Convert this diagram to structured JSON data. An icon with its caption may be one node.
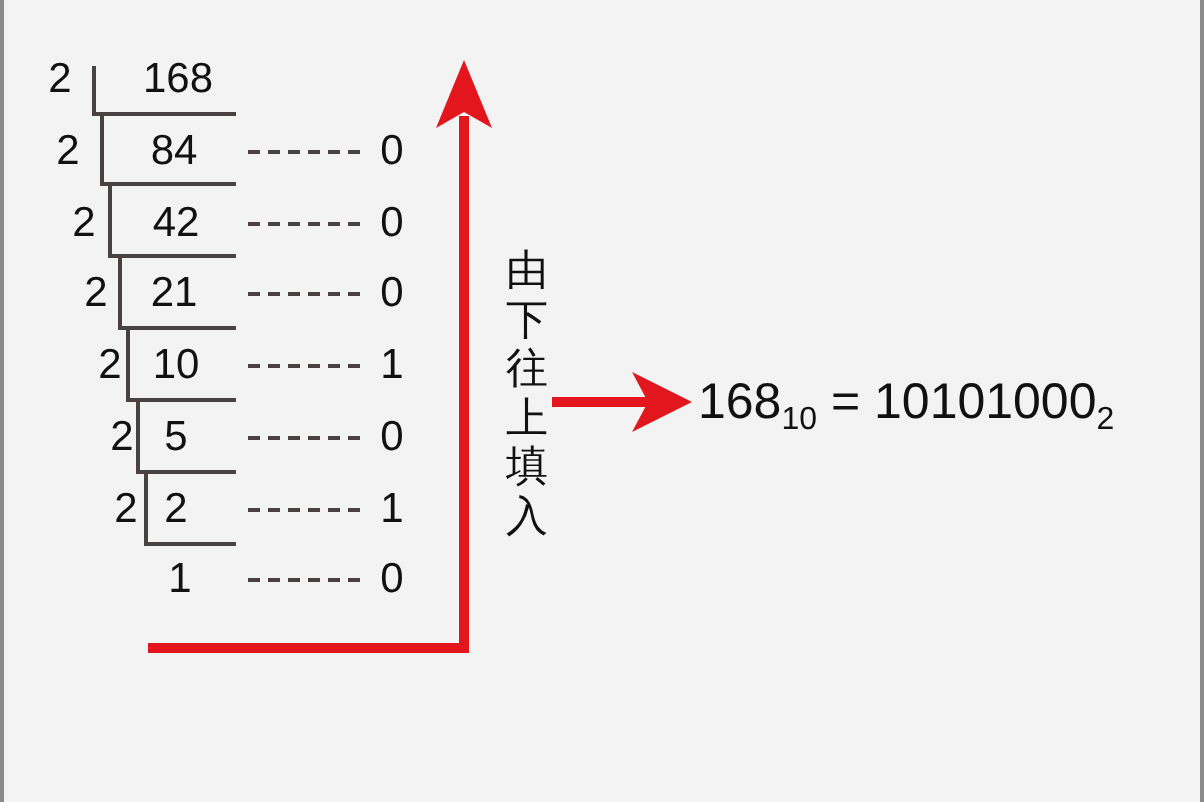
{
  "diagram": {
    "nodes": [
      {
        "text": [
          "由下往上填入"
        ]
      },
      {
        "text": [
          "168$_{10}$ = 10101000$_{2}$"
        ]
      }
    ],
    "edges": [
      {
        "from": 0,
        "to": 1,
        "arrow": "to"
      }
    ],
    "labels": [
      "2",
      "168",
      "2",
      "84",
      "0",
      "2",
      "42",
      "0",
      "2",
      "21",
      "0",
      "2",
      "10",
      "1",
      "2",
      "5",
      "0",
      "2",
      "2",
      "1",
      "1",
      "0"
    ]
  }
}
